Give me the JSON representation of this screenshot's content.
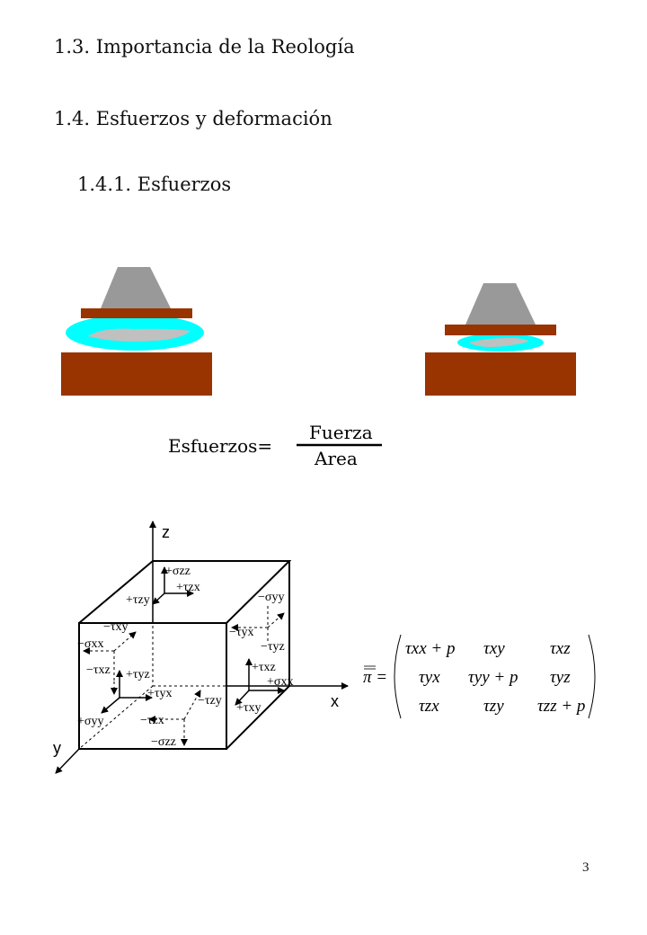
{
  "headings": {
    "h1": "1.3. Importancia de la Reología",
    "h2": "1.4. Esfuerzos y deformación",
    "h3": "1.4.1. Esfuerzos"
  },
  "formula": {
    "lhs": "Esfuerzos=",
    "numerator": "Fuerza",
    "denominator": "Area"
  },
  "cube_labels": {
    "z_axis": "z",
    "x_axis": "x",
    "y_axis": "y",
    "top_szz": "+σzz",
    "top_tzx": "+τzx",
    "top_tzy": "+τzy",
    "back_syy": "−σyy",
    "back_tyx": "−τyx",
    "back_tyz": "−τyz",
    "left_txy": "−τxy",
    "left_sxx": "−σxx",
    "left_txz": "−τxz",
    "front_tyz": "+τyz",
    "front_tyx": "+τyx",
    "front_tzy": "−τzy",
    "front_syy": "+σyy",
    "bottom_tzx": "−τzx",
    "bottom_szz": "−σzz",
    "right_txz": "+τxz",
    "right_sxx": "+σxx",
    "right_txy": "+τxy"
  },
  "matrix": {
    "lhs": "π =",
    "r1c1": "τxx + p",
    "r1c2": "τxy",
    "r1c3": "τxz",
    "r2c1": "τyx",
    "r2c2": "τyy + p",
    "r2c3": "τyz",
    "r3c1": "τzx",
    "r3c2": "τzy",
    "r3c3": "τzz + p"
  },
  "page_number": "3",
  "colors": {
    "weight": "#999999",
    "plate": "#993300",
    "fluid": "#00ffff",
    "fluid_inner": "#c0c0c0"
  }
}
